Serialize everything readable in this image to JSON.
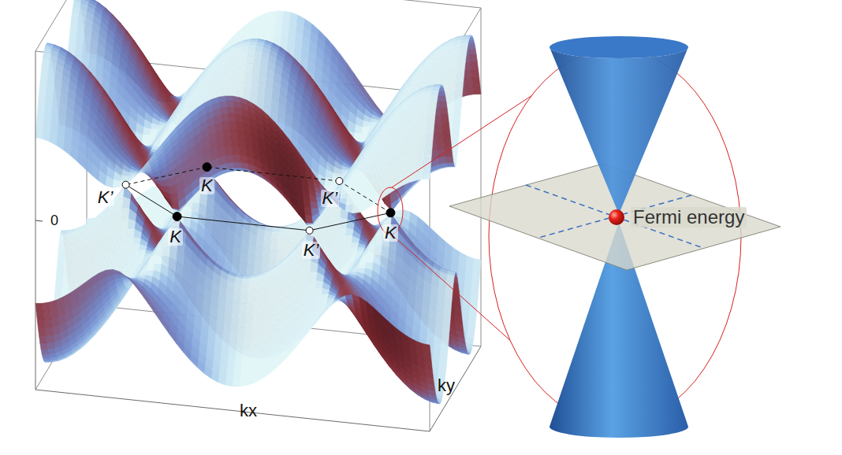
{
  "diagram": {
    "labels": [
      "K’",
      "K",
      "K’",
      "0",
      "K",
      "K’",
      "K",
      "kx",
      "ky",
      "Fermi energy"
    ]
  }
}
